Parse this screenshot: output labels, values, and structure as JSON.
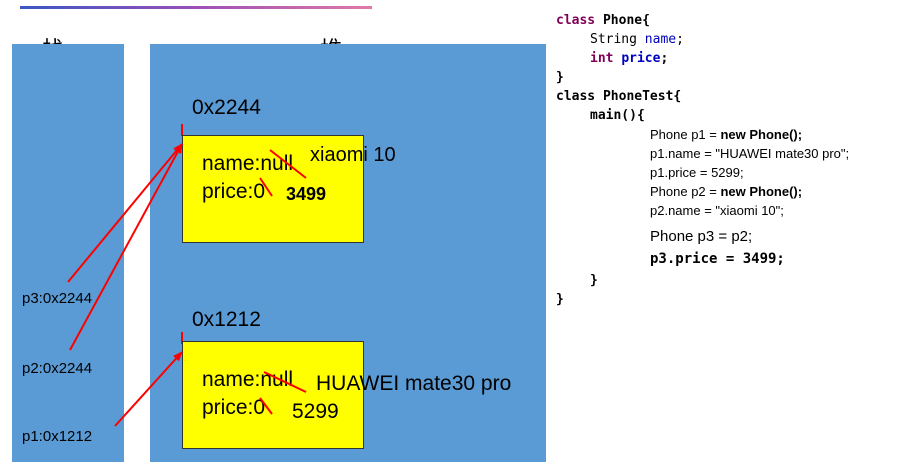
{
  "titles": {
    "stack": "栈",
    "heap": "堆"
  },
  "stack_vars": [
    "p3:0x2244",
    "p2:0x2244",
    "p1:0x1212"
  ],
  "objects": [
    {
      "address": "0x2244",
      "name_field": "name:null",
      "price_field": "price:0",
      "new_name": "xiaomi 10",
      "new_price": "3499"
    },
    {
      "address": "0x1212",
      "name_field": "name:null",
      "price_field": "price:0",
      "new_name": "HUAWEI mate30 pro",
      "new_price": "5299"
    }
  ],
  "code": {
    "l1_kw": "class",
    "l1_rest": " Phone{",
    "l2_type": "String ",
    "l2_field": "name",
    "l2_end": ";",
    "l3_kw": "int ",
    "l3_field": "price",
    "l3_end": ";",
    "l4": "}",
    "l5_kw": "class",
    "l5_rest": " PhoneTest{",
    "l6": "main(){",
    "l7a": "Phone p1 = ",
    "l7b": "new Phone();",
    "l8": "p1.name = \"HUAWEI mate30 pro\";",
    "l9": "p1.price = 5299;",
    "l10a": "Phone p2 = ",
    "l10b": "new Phone();",
    "l11": "p2.name = \"xiaomi 10\";",
    "l12": "Phone p3 = p2;",
    "l13": "p3.price = 3499;",
    "l14": "}",
    "l15": "}"
  },
  "colors": {
    "panel": "#5b9bd5",
    "object": "#ffff00",
    "arrow": "#ff0000",
    "keyword": "#7f0055",
    "field": "#0000c0"
  }
}
